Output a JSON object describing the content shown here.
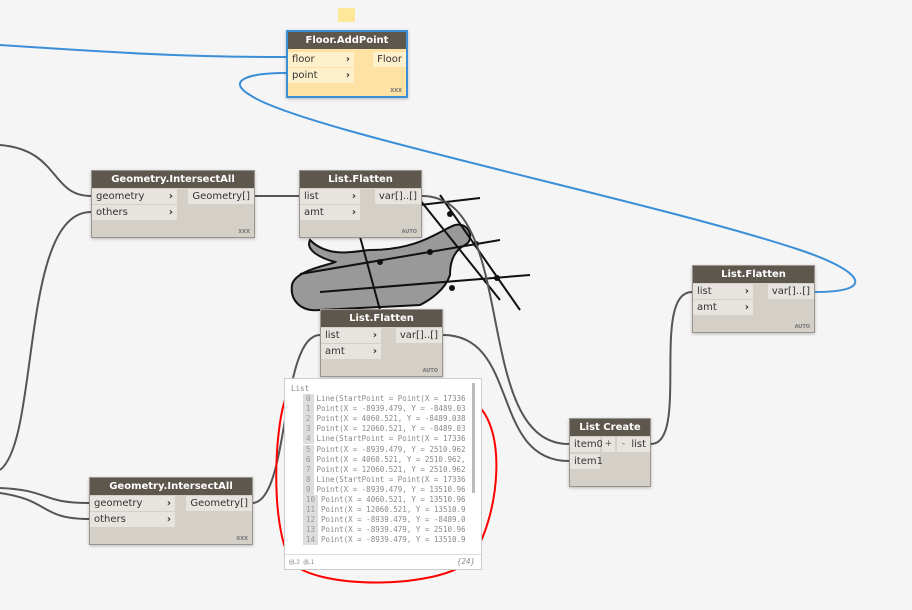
{
  "nodes": {
    "floor_add_point": {
      "title": "Floor.AddPoint",
      "inputs": [
        "floor",
        "point"
      ],
      "output": "Floor",
      "tag": "XXX"
    },
    "intersect_top": {
      "title": "Geometry.IntersectAll",
      "inputs": [
        "geometry",
        "others"
      ],
      "output": "Geometry[]",
      "tag": "XXX"
    },
    "intersect_bottom": {
      "title": "Geometry.IntersectAll",
      "inputs": [
        "geometry",
        "others"
      ],
      "output": "Geometry[]",
      "tag": "XXX"
    },
    "flatten_top": {
      "title": "List.Flatten",
      "inputs": [
        "list",
        "amt"
      ],
      "output": "var[]..[]",
      "tag": "AUTO"
    },
    "flatten_mid": {
      "title": "List.Flatten",
      "inputs": [
        "list",
        "amt"
      ],
      "output": "var[]..[]",
      "tag": "AUTO"
    },
    "flatten_right": {
      "title": "List.Flatten",
      "inputs": [
        "list",
        "amt"
      ],
      "output": "var[]..[]",
      "tag": "AUTO"
    },
    "list_create": {
      "title": "List Create",
      "inputs": [
        "item0",
        "item1"
      ],
      "output": "list",
      "add": "+",
      "remove": "-"
    }
  },
  "preview": {
    "header": "List",
    "rows": [
      {
        "i": "0",
        "t": "Line(StartPoint = Point(X = 17336"
      },
      {
        "i": "1",
        "t": "Point(X = -8939.479, Y = -8489.03"
      },
      {
        "i": "2",
        "t": "Point(X = 4060.521, Y = -8489.038"
      },
      {
        "i": "3",
        "t": "Point(X = 12060.521, Y = -8489.03"
      },
      {
        "i": "4",
        "t": "Line(StartPoint = Point(X = 17336"
      },
      {
        "i": "5",
        "t": "Point(X = -8939.479, Y = 2510.962"
      },
      {
        "i": "6",
        "t": "Point(X = 4060.521, Y = 2510.962,"
      },
      {
        "i": "7",
        "t": "Point(X = 12060.521, Y = 2510.962"
      },
      {
        "i": "8",
        "t": "Line(StartPoint = Point(X = 17336"
      },
      {
        "i": "9",
        "t": "Point(X = -8939.479, Y = 13510.96"
      },
      {
        "i": "10",
        "t": "Point(X = 4060.521, Y = 13510.96"
      },
      {
        "i": "11",
        "t": "Point(X = 12060.521, Y = 13510.9"
      },
      {
        "i": "12",
        "t": "Point(X = -8939.479, Y = -8489.0"
      },
      {
        "i": "13",
        "t": "Point(X = -8939.479, Y = 2510.96"
      },
      {
        "i": "14",
        "t": "Point(X = -8939.479, Y = 13510.9"
      }
    ],
    "levels": "@L2 @L1",
    "count": "{24}"
  },
  "colors": {
    "selected_border": "#3a8fd8",
    "wire_blue": "#3a8fd8",
    "annotation": "#ff0000"
  }
}
